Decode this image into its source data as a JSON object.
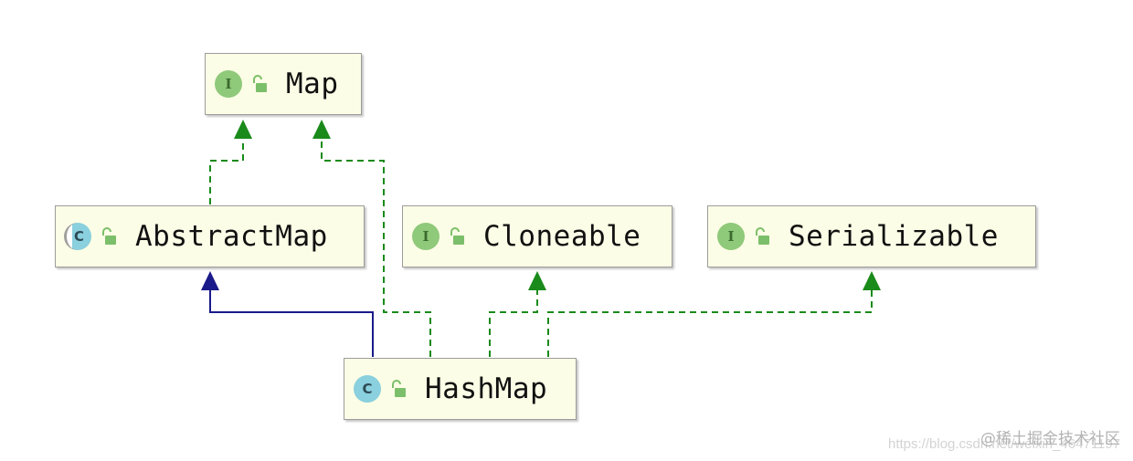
{
  "diagram": {
    "nodes": [
      {
        "id": "map",
        "label": "Map",
        "kind": "interface",
        "badge_letter": "I",
        "icon": "interface-icon"
      },
      {
        "id": "abstractmap",
        "label": "AbstractMap",
        "kind": "abstract-class",
        "badge_letter": "C",
        "icon": "abstract-class-icon"
      },
      {
        "id": "cloneable",
        "label": "Cloneable",
        "kind": "interface",
        "badge_letter": "I",
        "icon": "interface-icon"
      },
      {
        "id": "serializable",
        "label": "Serializable",
        "kind": "interface",
        "badge_letter": "I",
        "icon": "interface-icon"
      },
      {
        "id": "hashmap",
        "label": "HashMap",
        "kind": "class",
        "badge_letter": "C",
        "icon": "class-icon"
      }
    ],
    "edges": [
      {
        "from": "abstractmap",
        "to": "map",
        "type": "implements",
        "style": "dashed",
        "color": "#1a8a1a"
      },
      {
        "from": "hashmap",
        "to": "map",
        "type": "implements",
        "style": "dashed",
        "color": "#1a8a1a"
      },
      {
        "from": "hashmap",
        "to": "abstractmap",
        "type": "extends",
        "style": "solid",
        "color": "#1a1a8a"
      },
      {
        "from": "hashmap",
        "to": "cloneable",
        "type": "implements",
        "style": "dashed",
        "color": "#1a8a1a"
      },
      {
        "from": "hashmap",
        "to": "serializable",
        "type": "implements",
        "style": "dashed",
        "color": "#1a8a1a"
      }
    ],
    "colors": {
      "implements": "#1a8a1a",
      "extends": "#1a1a8a",
      "node_bg": "#fcfde6"
    }
  },
  "watermark": {
    "site": "@稀土掘金技术社区",
    "url": "https://blog.csdn.net/weixin_46471197"
  }
}
